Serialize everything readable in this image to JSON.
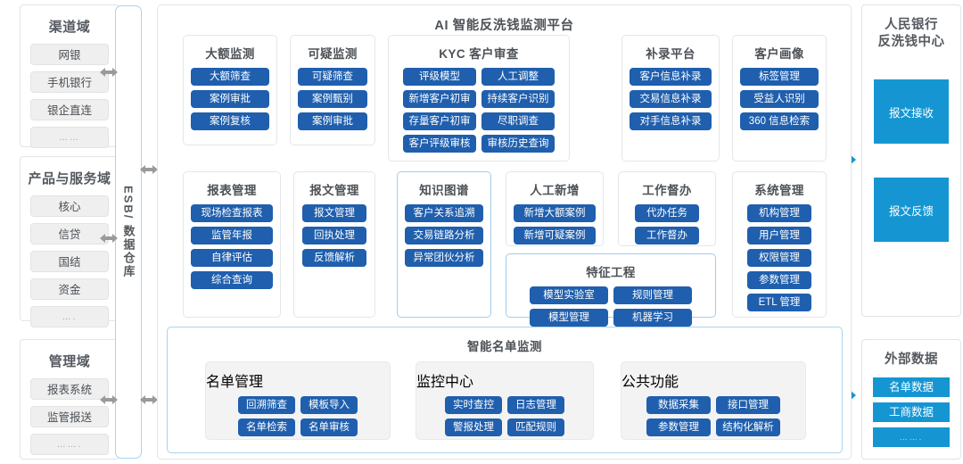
{
  "left_domains": [
    {
      "title": "渠道域",
      "items": [
        "网银",
        "手机银行",
        "银企直连",
        "……"
      ]
    },
    {
      "title": "产品与服务域",
      "items": [
        "核心",
        "信贷",
        "国结",
        "资金",
        "…."
      ]
    },
    {
      "title": "管理域",
      "items": [
        "报表系统",
        "监管报送",
        "……."
      ]
    }
  ],
  "esb": {
    "label": "ESB/ 数据仓库"
  },
  "platform": {
    "title": "AI 智能反洗钱监测平台",
    "row1": [
      {
        "title": "大额监测",
        "buttons": [
          "大额筛查",
          "案例审批",
          "案例复核"
        ]
      },
      {
        "title": "可疑监测",
        "buttons": [
          "可疑筛查",
          "案例甄别",
          "案例审批"
        ]
      },
      {
        "title": "KYC 客户审查",
        "buttons": [
          "评级模型",
          "人工调整",
          "新增客户初审",
          "持续客户识别",
          "存量客户初审",
          "尽职调查",
          "客户评级审核",
          "审核历史查询"
        ]
      },
      {
        "title": "补录平台",
        "buttons": [
          "客户信息补录",
          "交易信息补录",
          "对手信息补录"
        ]
      },
      {
        "title": "客户画像",
        "buttons": [
          "标签管理",
          "受益人识别",
          "360 信息检索"
        ]
      }
    ],
    "row2": [
      {
        "title": "报表管理",
        "buttons": [
          "现场检查报表",
          "监管年报",
          "自律评估",
          "综合查询"
        ]
      },
      {
        "title": "报文管理",
        "buttons": [
          "报文管理",
          "回执处理",
          "反馈解析"
        ]
      },
      {
        "title": "知识图谱",
        "highlighted": true,
        "buttons": [
          "客户关系追溯",
          "交易链路分析",
          "异常团伙分析"
        ]
      },
      {
        "title": "人工新增",
        "buttons": [
          "新增大额案例",
          "新增可疑案例"
        ]
      },
      {
        "title": "工作督办",
        "buttons": [
          "代办任务",
          "工作督办"
        ]
      },
      {
        "title": "系统管理",
        "buttons": [
          "机构管理",
          "用户管理",
          "权限管理",
          "参数管理",
          "ETL 管理"
        ]
      },
      {
        "title": "特征工程",
        "highlighted": true,
        "buttons": [
          "模型实验室",
          "规则管理",
          "模型管理",
          "机器学习"
        ]
      }
    ],
    "list_section": {
      "title": "智能名单监测",
      "groups": [
        {
          "title": "名单管理",
          "buttons": [
            "回溯筛查",
            "模板导入",
            "名单检索",
            "名单审核"
          ]
        },
        {
          "title": "监控中心",
          "buttons": [
            "实时查控",
            "日志管理",
            "警报处理",
            "匹配规则"
          ]
        },
        {
          "title": "公共功能",
          "buttons": [
            "数据采集",
            "接口管理",
            "参数管理",
            "结构化解析"
          ]
        }
      ]
    }
  },
  "right_panels": [
    {
      "title_line1": "人民银行",
      "title_line2": "反洗钱中心",
      "big_items": [
        "报文接收",
        "报文反馈"
      ]
    },
    {
      "title_line1": "外部数据",
      "title_line2": "",
      "small_items": [
        "名单数据",
        "工商数据",
        "……."
      ]
    }
  ],
  "colors": {
    "button_blue": "#1f5fae",
    "external_blue": "#1596d3",
    "accent_border": "#a8d4ef",
    "arrow_gray": "#9a9a9a",
    "arrow_blue": "#1596d3"
  }
}
